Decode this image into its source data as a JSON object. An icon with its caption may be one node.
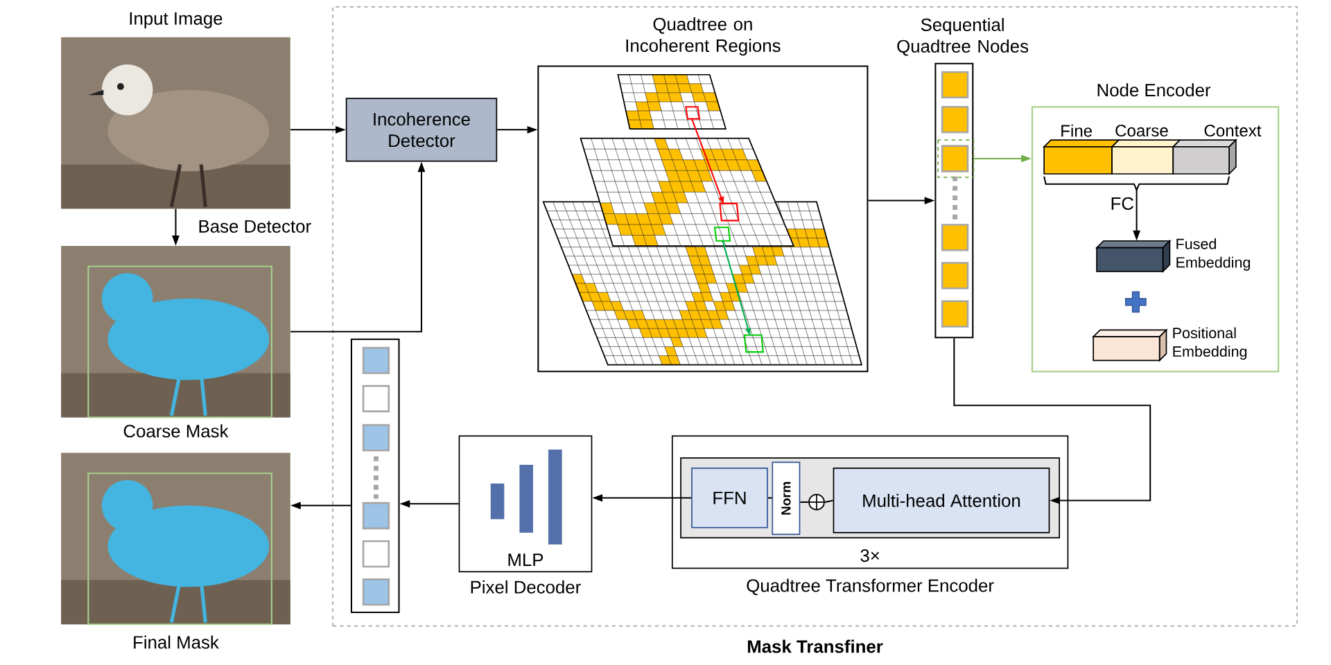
{
  "diagram": {
    "nodes": [
      {
        "text": [
          "Mask Transfiner"
        ]
      },
      {
        "text": [
          "Input Image"
        ]
      },
      {
        "text": [
          "Coarse Mask"
        ]
      },
      {
        "text": [
          "Final Mask"
        ]
      },
      {
        "text": [
          "Incoherence Detector"
        ],
        "in": 0
      },
      {
        "text": [
          "Quadtree on Incoherent Regions"
        ],
        "in": 0
      },
      {
        "text": [
          "Sequential Quadtree Nodes"
        ],
        "in": 0
      },
      {
        "text": [
          "Node Encoder"
        ],
        "in": 0
      },
      {
        "text": [
          "Fine",
          "Coarse",
          "Context"
        ],
        "in": 7
      },
      {
        "text": [
          "Fused Embedding"
        ],
        "in": 7
      },
      {
        "text": [
          "Positional Embedding"
        ],
        "in": 7
      },
      {
        "text": [
          "Quadtree Transformer Encoder"
        ],
        "in": 0
      },
      {
        "text": [
          "3×"
        ],
        "in": 11
      },
      {
        "text": [
          "FFN"
        ],
        "in": 12
      },
      {
        "text": [
          "Norm"
        ],
        "in": 12
      },
      {
        "text": [
          "Multi-head Attention"
        ],
        "in": 12
      },
      {
        "text": [
          "MLP",
          "Pixel Decoder"
        ],
        "in": 0
      },
      {
        "text": [],
        "shape": "box",
        "in": 0
      },
      {
        "text": [],
        "shape": "circle",
        "in": 12
      }
    ],
    "edges": [
      {
        "from": 1,
        "to": 4,
        "arrow": "to"
      },
      {
        "from": 2,
        "to": 4,
        "arrow": "to"
      },
      {
        "from": 1,
        "to": 2,
        "arrow": "to",
        "label": "Base Detector"
      },
      {
        "from": 4,
        "to": 5,
        "arrow": "to"
      },
      {
        "from": 5,
        "to": 6,
        "arrow": "to"
      },
      {
        "from": 6,
        "to": 7,
        "arrow": "to",
        "color": "#70ad47"
      },
      {
        "from": 8,
        "to": 9,
        "arrow": "to",
        "label": "FC"
      },
      {
        "from": 6,
        "to": 15,
        "arrow": "to"
      },
      {
        "from": 13,
        "to": 16,
        "arrow": "to"
      },
      {
        "from": 16,
        "to": 17,
        "arrow": "to"
      },
      {
        "from": 17,
        "to": 3,
        "arrow": "to"
      },
      {
        "from": 15,
        "to": 18,
        "arrow": "none"
      },
      {
        "from": 18,
        "to": 14,
        "arrow": "none"
      },
      {
        "from": 14,
        "to": 13,
        "arrow": "none"
      }
    ]
  }
}
